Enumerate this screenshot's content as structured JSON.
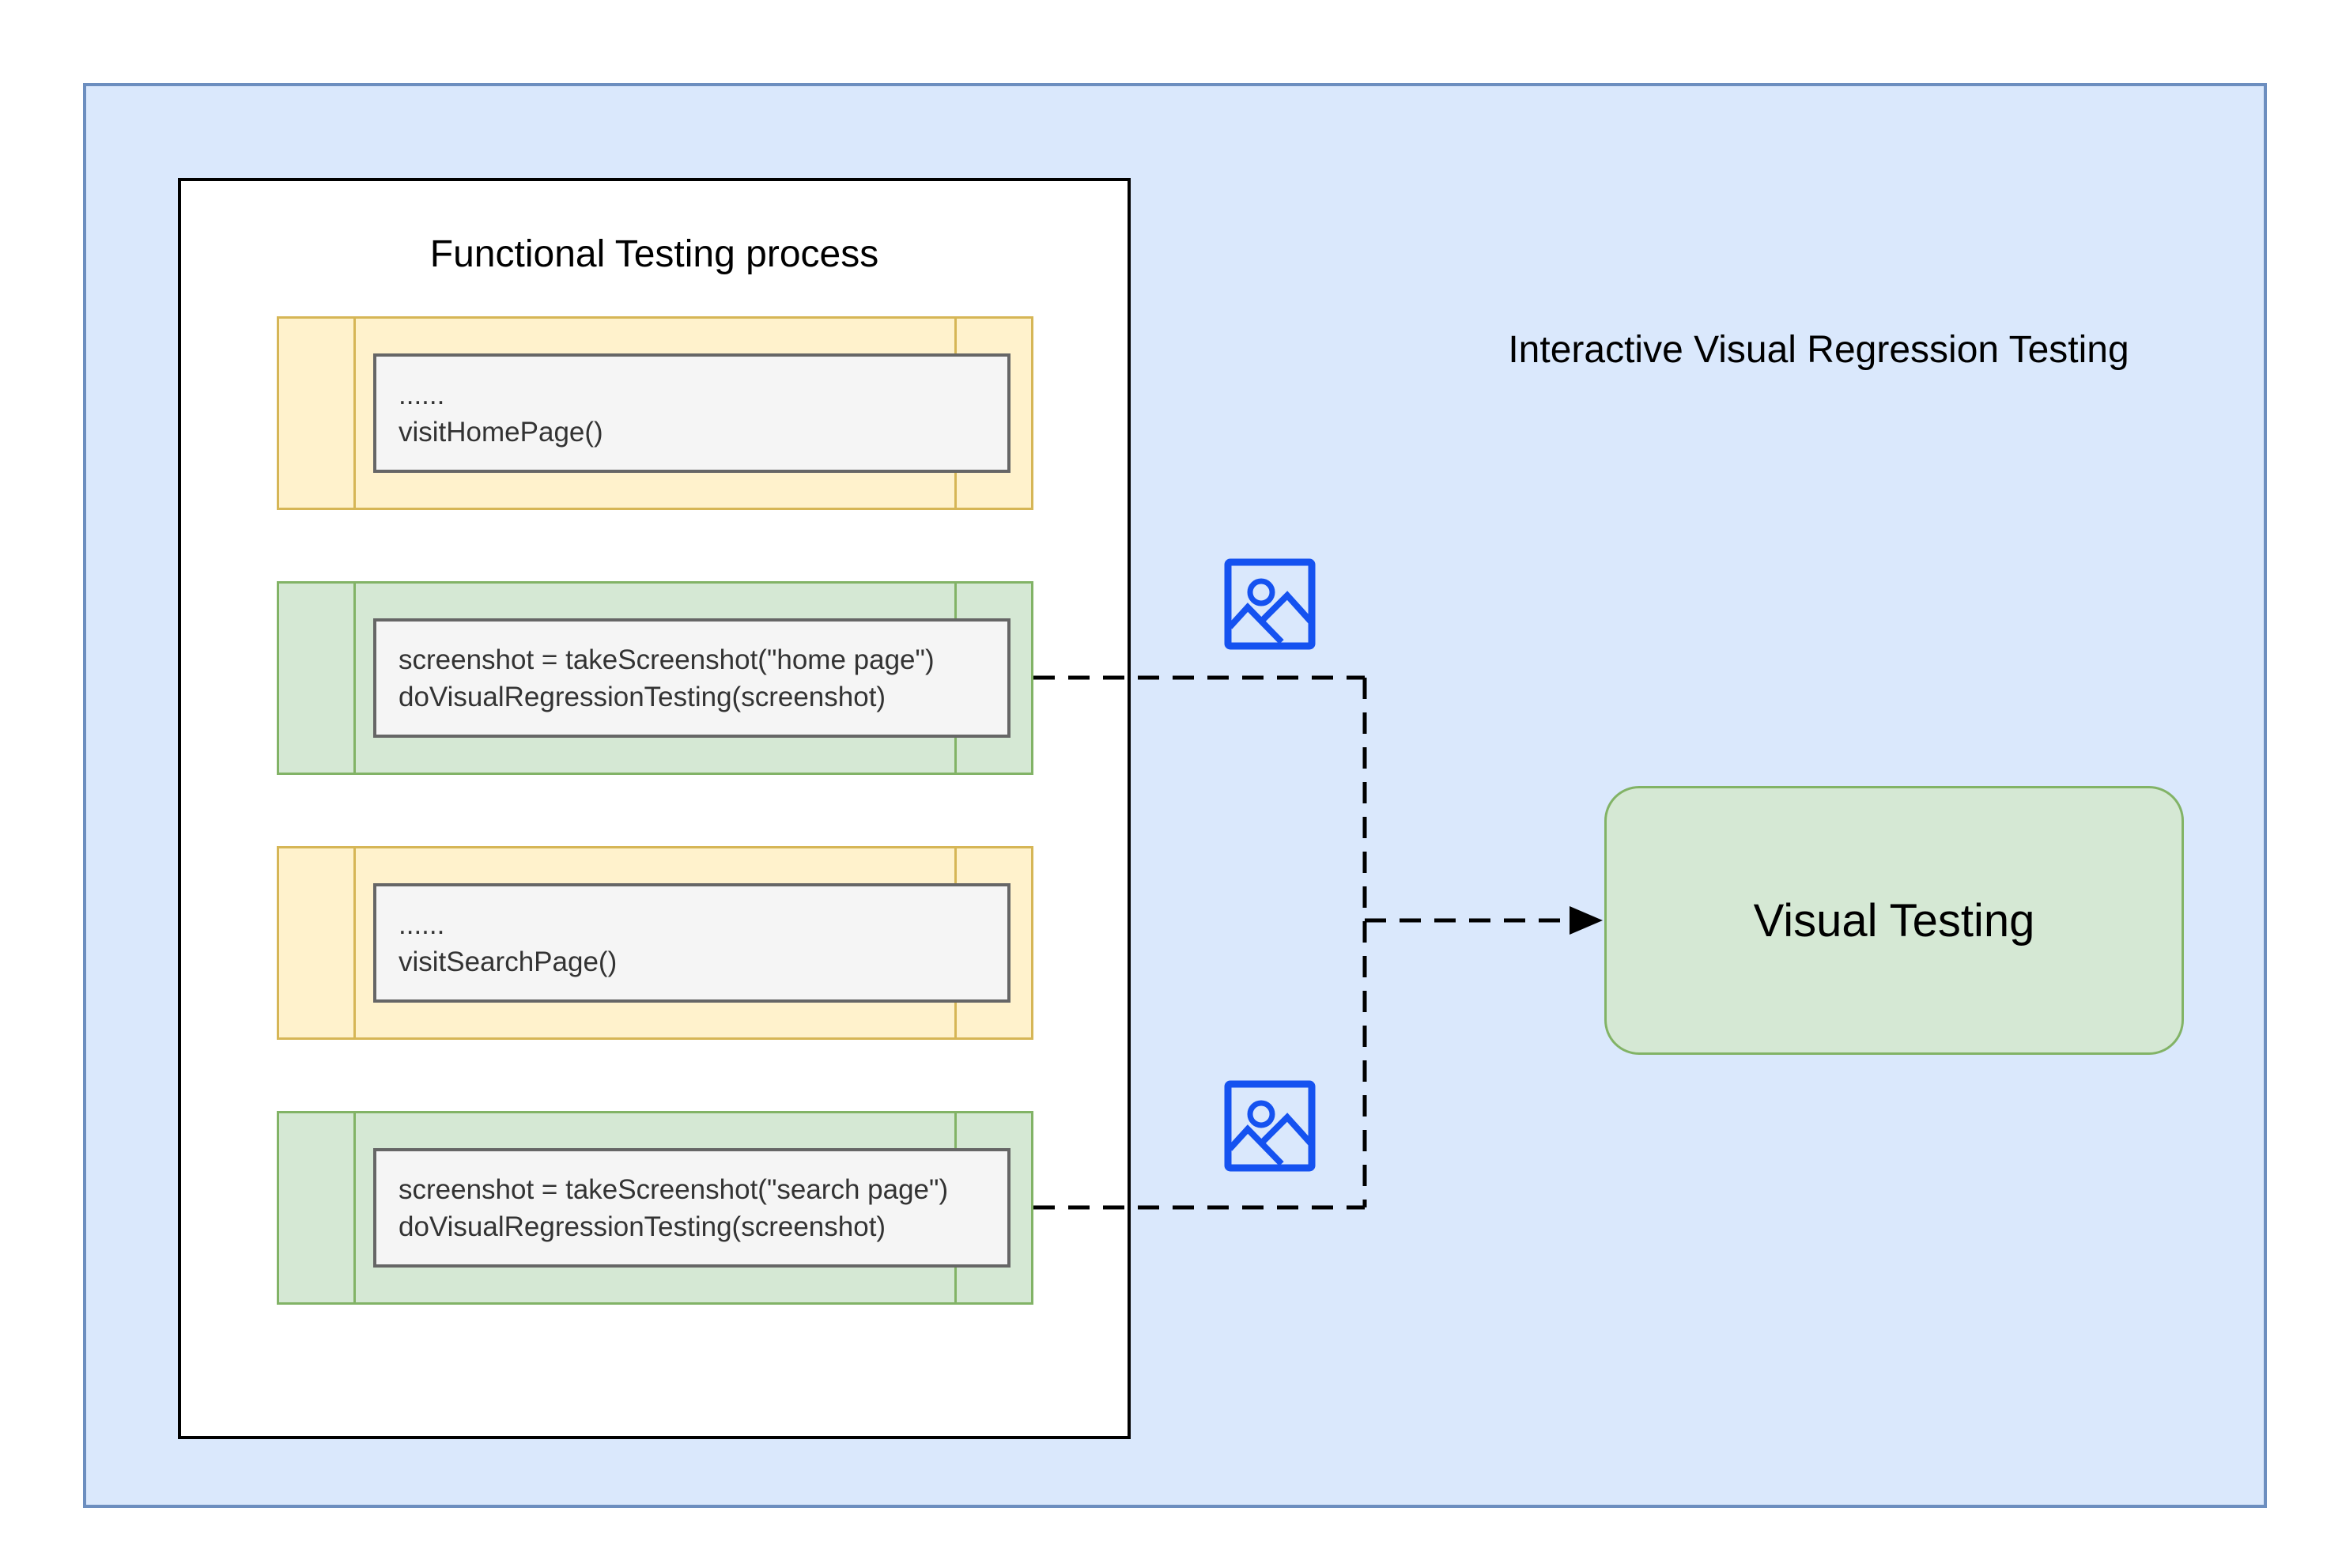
{
  "colors": {
    "page-bg": "#ffffff",
    "panel-fill": "#dae8fc",
    "panel-stroke": "#6c8ebf",
    "container-fill": "#ffffff",
    "container-stroke": "#000000",
    "yellow-fill": "#fff2cc",
    "yellow-stroke": "#d6b656",
    "green-fill": "#d5e8d4",
    "green-stroke": "#82b366",
    "code-fill": "#f5f5f5",
    "code-stroke": "#666666",
    "code-text": "#333333",
    "icon-blue": "#1552f0",
    "connector": "#000000"
  },
  "titles": {
    "functional_process": "Functional Testing process",
    "interactive_vrt": "Interactive Visual Regression Testing"
  },
  "rows": [
    {
      "kind": "functional-step",
      "line1": "......",
      "line2": "visitHomePage()"
    },
    {
      "kind": "visual-regression-step",
      "line1": "screenshot = takeScreenshot(\"home page\")",
      "line2": "doVisualRegressionTesting(screenshot)"
    },
    {
      "kind": "functional-step",
      "line1": "......",
      "line2": "visitSearchPage()"
    },
    {
      "kind": "visual-regression-step",
      "line1": "screenshot = takeScreenshot(\"search page\")",
      "line2": "doVisualRegressionTesting(screenshot)"
    }
  ],
  "visual_testing": {
    "label": "Visual Testing"
  },
  "icons": {
    "screenshot_icon_top": "image-icon",
    "screenshot_icon_bottom": "image-icon"
  }
}
